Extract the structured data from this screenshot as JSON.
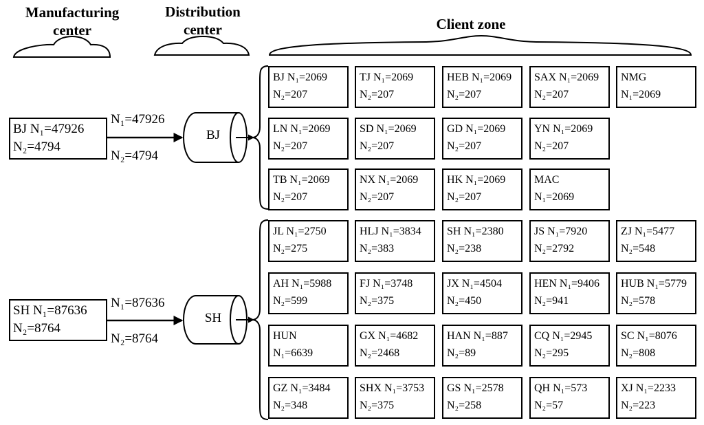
{
  "headers": {
    "manufacturing": [
      "Manufacturing",
      "center"
    ],
    "distribution": [
      "Distribution",
      "center"
    ],
    "client": "Client zone"
  },
  "manufacturers": [
    {
      "line1": "BJ N₁=47926",
      "line2": "N₂=4794"
    },
    {
      "line1": "SH N₁=87636",
      "line2": "N₂=8764"
    }
  ],
  "flows": [
    {
      "top": "N₁=47926",
      "bottom": "N₂=4794"
    },
    {
      "top": "N₁=87636",
      "bottom": "N₂=8764"
    }
  ],
  "distribution_centers": [
    "BJ",
    "SH"
  ],
  "bj_clients": [
    [
      {
        "line1": "BJ N₁=2069",
        "line2": "N₂=207"
      },
      {
        "line1": "TJ N₁=2069",
        "line2": "N₂=207"
      },
      {
        "line1": "HEB N₁=2069",
        "line2": "N₂=207"
      },
      {
        "line1": "SAX N₁=2069",
        "line2": "N₂=207"
      },
      {
        "line1": "NMG",
        "line2": "N₁=2069"
      }
    ],
    [
      {
        "line1": "LN N₁=2069",
        "line2": "N₂=207"
      },
      {
        "line1": "SD N₁=2069",
        "line2": "N₂=207"
      },
      {
        "line1": "GD N₁=2069",
        "line2": "N₂=207"
      },
      {
        "line1": "YN N₁=2069",
        "line2": "N₂=207"
      }
    ],
    [
      {
        "line1": "TB N₁=2069",
        "line2": "N₂=207"
      },
      {
        "line1": "NX N₁=2069",
        "line2": "N₂=207"
      },
      {
        "line1": "HK N₁=2069",
        "line2": "N₂=207"
      },
      {
        "line1": "MAC",
        "line2": "N₁=2069"
      }
    ]
  ],
  "sh_clients": [
    [
      {
        "line1": "JL N₁=2750",
        "line2": "N₂=275"
      },
      {
        "line1": "HLJ N₁=3834",
        "line2": "N₂=383"
      },
      {
        "line1": "SH N₁=2380",
        "line2": "N₂=238"
      },
      {
        "line1": "JS N₁=7920",
        "line2": "N₂=2792"
      },
      {
        "line1": "ZJ N₁=5477",
        "line2": "N₂=548"
      }
    ],
    [
      {
        "line1": "AH N₁=5988",
        "line2": "N₂=599"
      },
      {
        "line1": "FJ N₁=3748",
        "line2": "N₂=375"
      },
      {
        "line1": "JX N₁=4504",
        "line2": "N₂=450"
      },
      {
        "line1": "HEN N₁=9406",
        "line2": "N₂=941"
      },
      {
        "line1": "HUB N₁=5779",
        "line2": "N₂=578"
      }
    ],
    [
      {
        "line1": "HUN",
        "line2": "N₁=6639"
      },
      {
        "line1": "GX N₁=4682",
        "line2": "N₂=2468"
      },
      {
        "line1": "HAN N₁=887",
        "line2": "N₂=89"
      },
      {
        "line1": "CQ N₁=2945",
        "line2": "N₂=295"
      },
      {
        "line1": "SC N₁=8076",
        "line2": "N₂=808"
      }
    ],
    [
      {
        "line1": "GZ N₁=3484",
        "line2": "N₂=348"
      },
      {
        "line1": "SHX N₁=3753",
        "line2": "N₂=375"
      },
      {
        "line1": "GS N₁=2578",
        "line2": "N₂=258"
      },
      {
        "line1": "QH N₁=573",
        "line2": "N₂=57"
      },
      {
        "line1": "XJ N₁=2233",
        "line2": "N₂=223"
      }
    ]
  ]
}
